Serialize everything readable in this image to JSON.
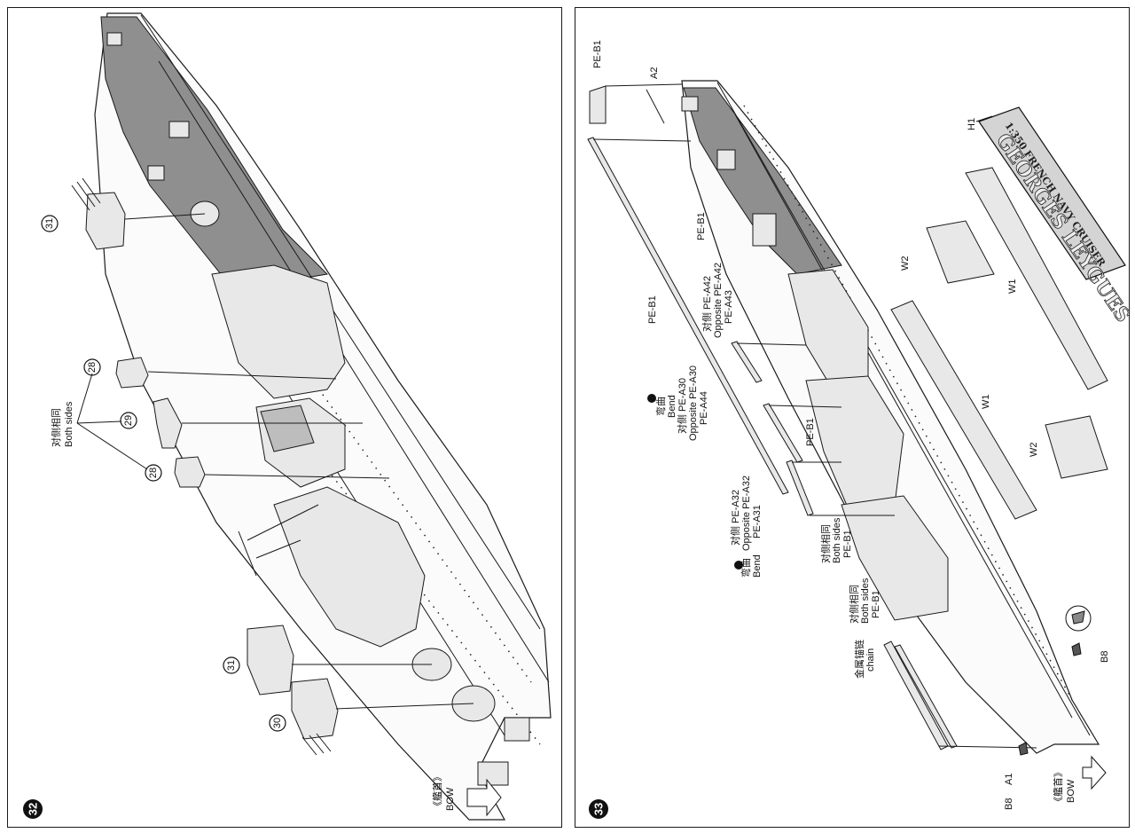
{
  "left_page": {
    "step": "32",
    "callouts": [
      "31",
      "28",
      "29",
      "28",
      "31",
      "30"
    ],
    "both_sides_cn": "对侧相同",
    "both_sides_en": "Both sides",
    "bow_cn": "《艦首》",
    "bow_en": "BOW"
  },
  "right_page": {
    "step": "33",
    "labels": {
      "pe_b1_top": "PE-B1",
      "a2": "A2",
      "h1": "H1",
      "pe_b1_deck": "PE-B1",
      "pe_b1_side": "PE-B1",
      "w2_top": "W2",
      "w1_top": "W1",
      "w1_mid": "W1",
      "w2_bot": "W2",
      "opp_a42_cn": "对侧 PE-A42",
      "opp_a42_en": "Opposite PE-A42",
      "pe_a43": "PE-A43",
      "bend_cn_1": "弯曲",
      "bend_en_1": "Bend",
      "opp_a30_cn": "对侧 PE-A30",
      "opp_a30_en": "Opposite PE-A30",
      "pe_a44": "PE-A44",
      "pe_b1_mid": "PE-B1",
      "opp_a32_cn": "对侧 PE-A32",
      "opp_a32_en": "Opposite PE-A32",
      "pe_a31": "PE-A31",
      "bend_cn_2": "弯曲",
      "bend_en_2": "Bend",
      "both_sides_cn_1": "对侧相同",
      "both_sides_en_1": "Both sides",
      "pe_b1_both1": "PE-B1",
      "both_sides_cn_2": "对侧相同",
      "both_sides_en_2": "Both sides",
      "pe_b1_both2": "PE-B1",
      "chain_cn": "金属锚链",
      "chain_en": "chain",
      "b8_right": "B8",
      "a1": "A1",
      "b8_bottom": "B8",
      "bow_cn": "《艦首》",
      "bow_en": "BOW"
    },
    "nameplate": {
      "line1": "1:350 FRENCH NAVY CRUISER",
      "line2": "GEORGES LEYGUES"
    }
  }
}
